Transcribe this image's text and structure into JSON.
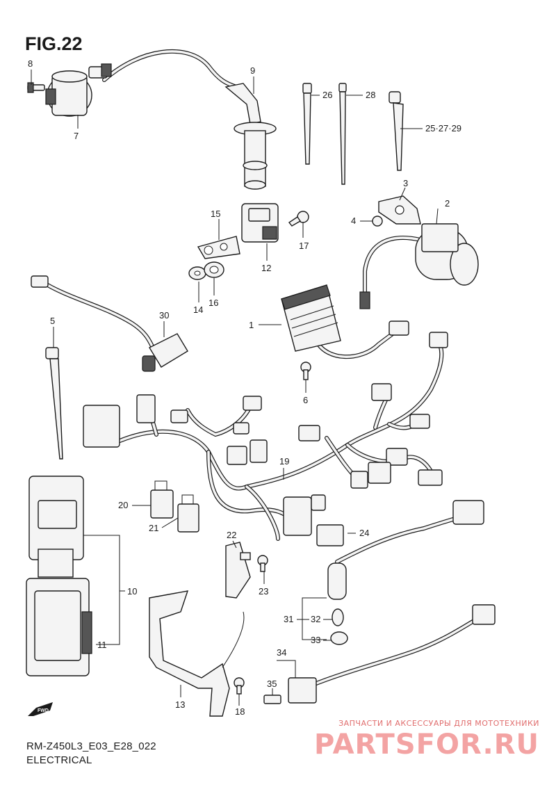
{
  "figure": {
    "title": "FIG.22",
    "code": "RM-Z450L3_E03_E28_022",
    "section": "ELECTRICAL",
    "direction_badge": "FWD"
  },
  "parts": [
    {
      "id": "1"
    },
    {
      "id": "2"
    },
    {
      "id": "3"
    },
    {
      "id": "4"
    },
    {
      "id": "5"
    },
    {
      "id": "6"
    },
    {
      "id": "7"
    },
    {
      "id": "8"
    },
    {
      "id": "9"
    },
    {
      "id": "10"
    },
    {
      "id": "11"
    },
    {
      "id": "12"
    },
    {
      "id": "13"
    },
    {
      "id": "14"
    },
    {
      "id": "15"
    },
    {
      "id": "16"
    },
    {
      "id": "17"
    },
    {
      "id": "18"
    },
    {
      "id": "19"
    },
    {
      "id": "20"
    },
    {
      "id": "21"
    },
    {
      "id": "22"
    },
    {
      "id": "23"
    },
    {
      "id": "24"
    },
    {
      "id": "25·27·29"
    },
    {
      "id": "26"
    },
    {
      "id": "28"
    },
    {
      "id": "30"
    },
    {
      "id": "31"
    },
    {
      "id": "32"
    },
    {
      "id": "33"
    },
    {
      "id": "34"
    },
    {
      "id": "35"
    }
  ],
  "watermark": {
    "tagline": "ЗАПЧАСТИ И АКСЕССУАРЫ ДЛЯ МОТОТЕХНИКИ",
    "brand": "PARTSFOR.RU"
  }
}
